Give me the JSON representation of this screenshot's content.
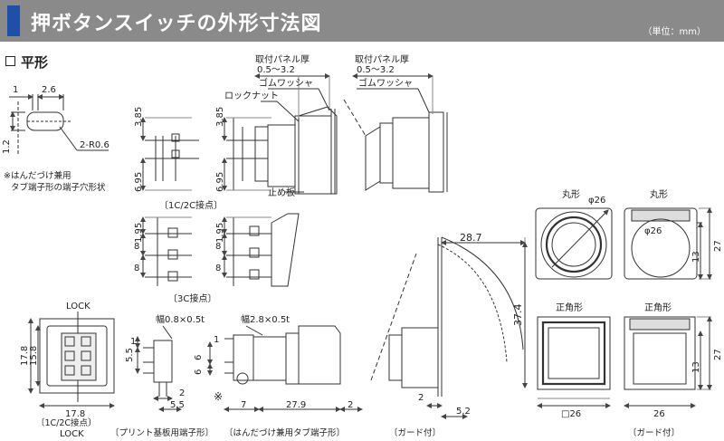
{
  "header": {
    "title": "押ボタンスイッチの外形寸法図",
    "unit": "（単位：mm）"
  },
  "section": {
    "title": "平形"
  },
  "colors": {
    "banner": "#8a8a8a",
    "accent": "#1f4fa8",
    "line": "#333333",
    "dim": "#555555"
  },
  "terminal_detail": {
    "dim_1": "1",
    "dim_2_6": "2.6",
    "dim_1_2": "1.2",
    "radius": "2-R0.6",
    "note_line1": "※はんだづけ兼用",
    "note_line2": "タブ端子形の端子穴形状"
  },
  "labels": {
    "panel_thickness_1": "取付パネル厚",
    "panel_range_1": "0.5～3.2",
    "panel_thickness_2": "取付パネル厚",
    "panel_range_2": "0.5～3.2",
    "rubber_washer_1": "ゴムワッシャ",
    "rubber_washer_2": "ゴムワッシャ",
    "lock_nut": "ロックナット",
    "stop_plate": "止め板",
    "contact_1c2c": "〔1C/2C接点〕",
    "contact_3c": "〔3C接点〕",
    "lock_top": "LOCK",
    "lock_bottom": "LOCK",
    "bottom_label_1": "〔1C/2C接点〕",
    "bottom_label_2": "〔プリント基板用端子形〕",
    "bottom_label_3": "〔はんだづけ兼用タブ端子形〕",
    "bottom_label_4": "〔ガード付〕",
    "bottom_label_5": "〔ガード付〕",
    "width_08": "幅0.8×0.5t",
    "width_28": "幅2.8×0.5t",
    "mark": "※",
    "maru_1": "丸形",
    "maru_2": "丸形",
    "sei_1": "正角形",
    "sei_2": "正角形"
  },
  "dims": {
    "d_3_85a": "3.85",
    "d_6_95a": "6.95",
    "d_3_85b": "3.85",
    "d_6_95b": "6.95",
    "d_1_95a": "1.95",
    "d_8a": "8",
    "d_8b": "8",
    "d_1_95b": "1.95",
    "d_8c": "8",
    "d_8d": "8",
    "d_17_8v": "17.8",
    "d_15_8v": "15.8",
    "d_17_8h": "17.8",
    "d_1": "1",
    "d_5_5v": "5.5",
    "d_2": "2",
    "d_5_5h": "5.5",
    "d_6": "6",
    "d_6b": "6",
    "d_1b": "1",
    "d_7": "7",
    "d_27_9": "27.9",
    "d_2b": "2",
    "d_28_7": "28.7",
    "d_37_4": "37.4",
    "d_2c": "2",
    "d_5_2": "5.2",
    "phi_26a": "φ26",
    "phi_26b": "φ26",
    "d_13a": "13",
    "d_27a": "27",
    "sq_26": "□26",
    "d_26": "26",
    "d_13b": "13",
    "d_27b": "27"
  }
}
